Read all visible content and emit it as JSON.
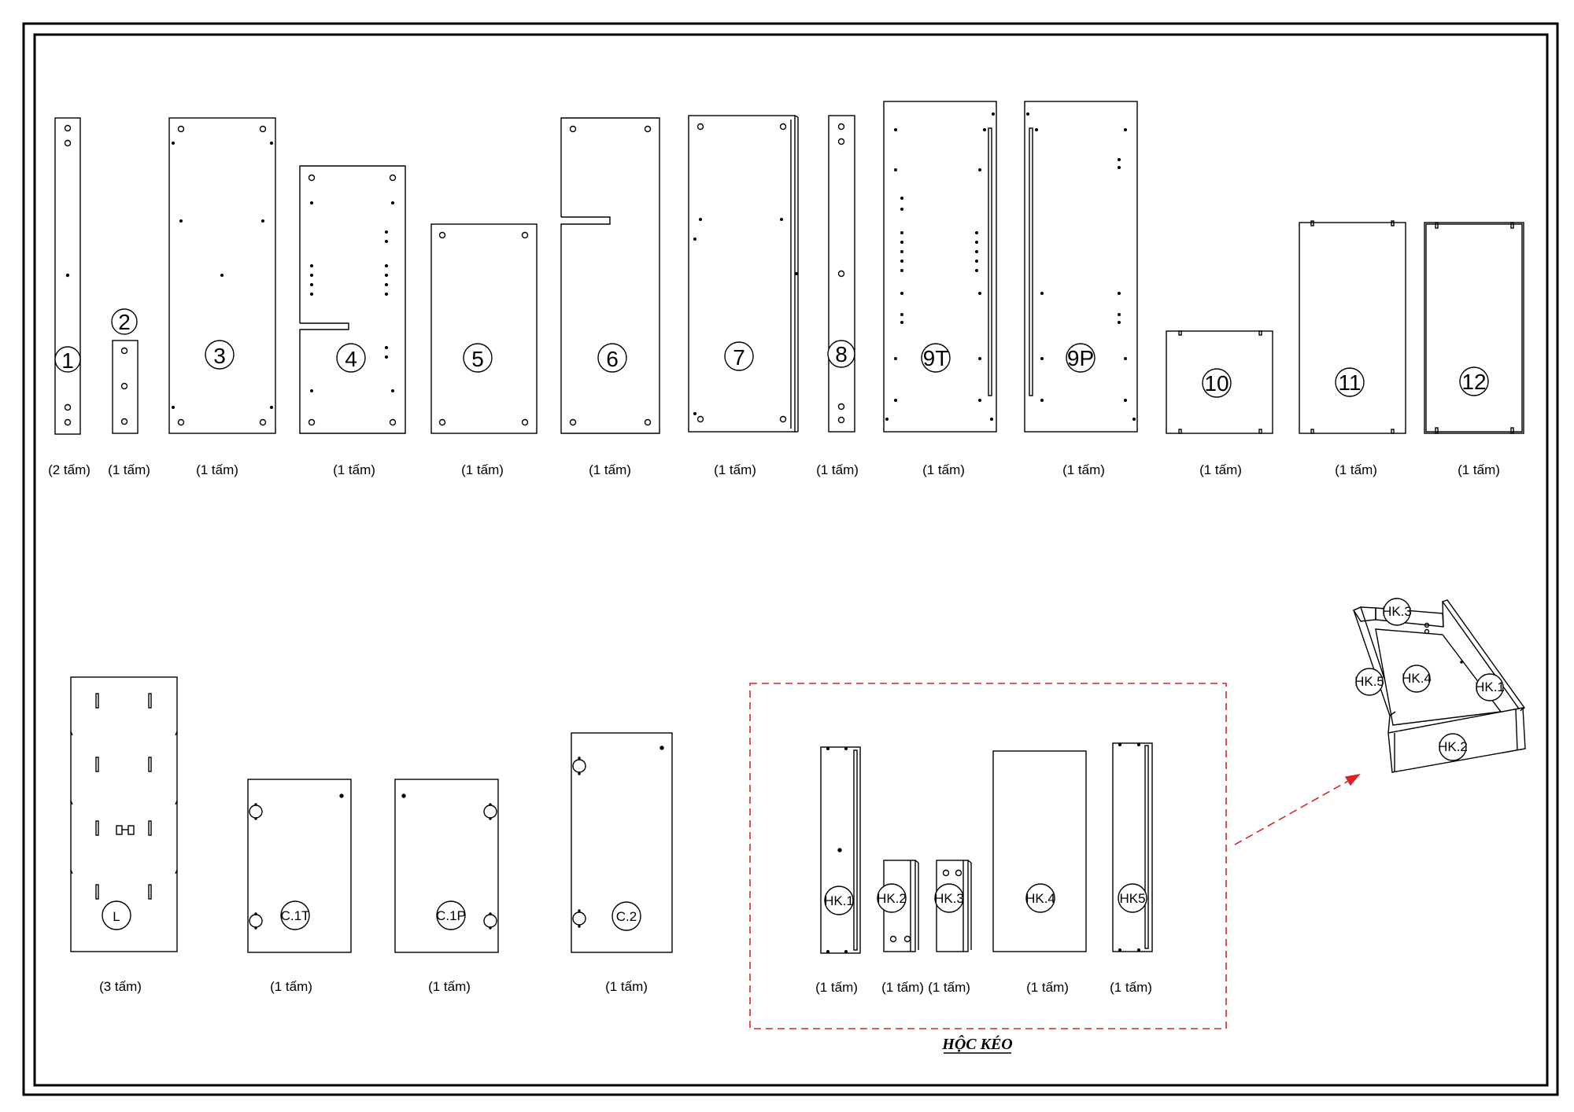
{
  "panels_top": [
    {
      "label": "1",
      "qty": "(2 tấm)"
    },
    {
      "label": "2",
      "qty": "(1 tấm)"
    },
    {
      "label": "3",
      "qty": "(1 tấm)"
    },
    {
      "label": "4",
      "qty": "(1 tấm)"
    },
    {
      "label": "5",
      "qty": "(1 tấm)"
    },
    {
      "label": "6",
      "qty": "(1 tấm)"
    },
    {
      "label": "7",
      "qty": "(1 tấm)"
    },
    {
      "label": "8",
      "qty": "(1 tấm)"
    },
    {
      "label": "9T",
      "qty": "(1 tấm)"
    },
    {
      "label": "9P",
      "qty": "(1 tấm)"
    },
    {
      "label": "10",
      "qty": "(1 tấm)"
    },
    {
      "label": "11",
      "qty": "(1 tấm)"
    },
    {
      "label": "12",
      "qty": "(1 tấm)"
    }
  ],
  "panels_bottom": [
    {
      "label": "L",
      "qty": "(3 tấm)"
    },
    {
      "label": "C.1T",
      "qty": "(1 tấm)"
    },
    {
      "label": "C.1P",
      "qty": "(1 tấm)"
    },
    {
      "label": "C.2",
      "qty": "(1 tấm)"
    }
  ],
  "drawer": {
    "caption": "HỘC KÉO",
    "parts": [
      {
        "label": "HK.1",
        "qty": "(1 tấm)"
      },
      {
        "label": "HK.2",
        "qty": "(1 tấm)"
      },
      {
        "label": "HK.3",
        "qty": "(1 tấm)"
      },
      {
        "label": "HK.4",
        "qty": "(1 tấm)"
      },
      {
        "label": "HK5",
        "qty": "(1 tấm)"
      }
    ],
    "assembly_labels": [
      "HK.3",
      "HK.5",
      "HK.4",
      "HK.1",
      "HK.2"
    ],
    "frame_color": "#d62728"
  }
}
